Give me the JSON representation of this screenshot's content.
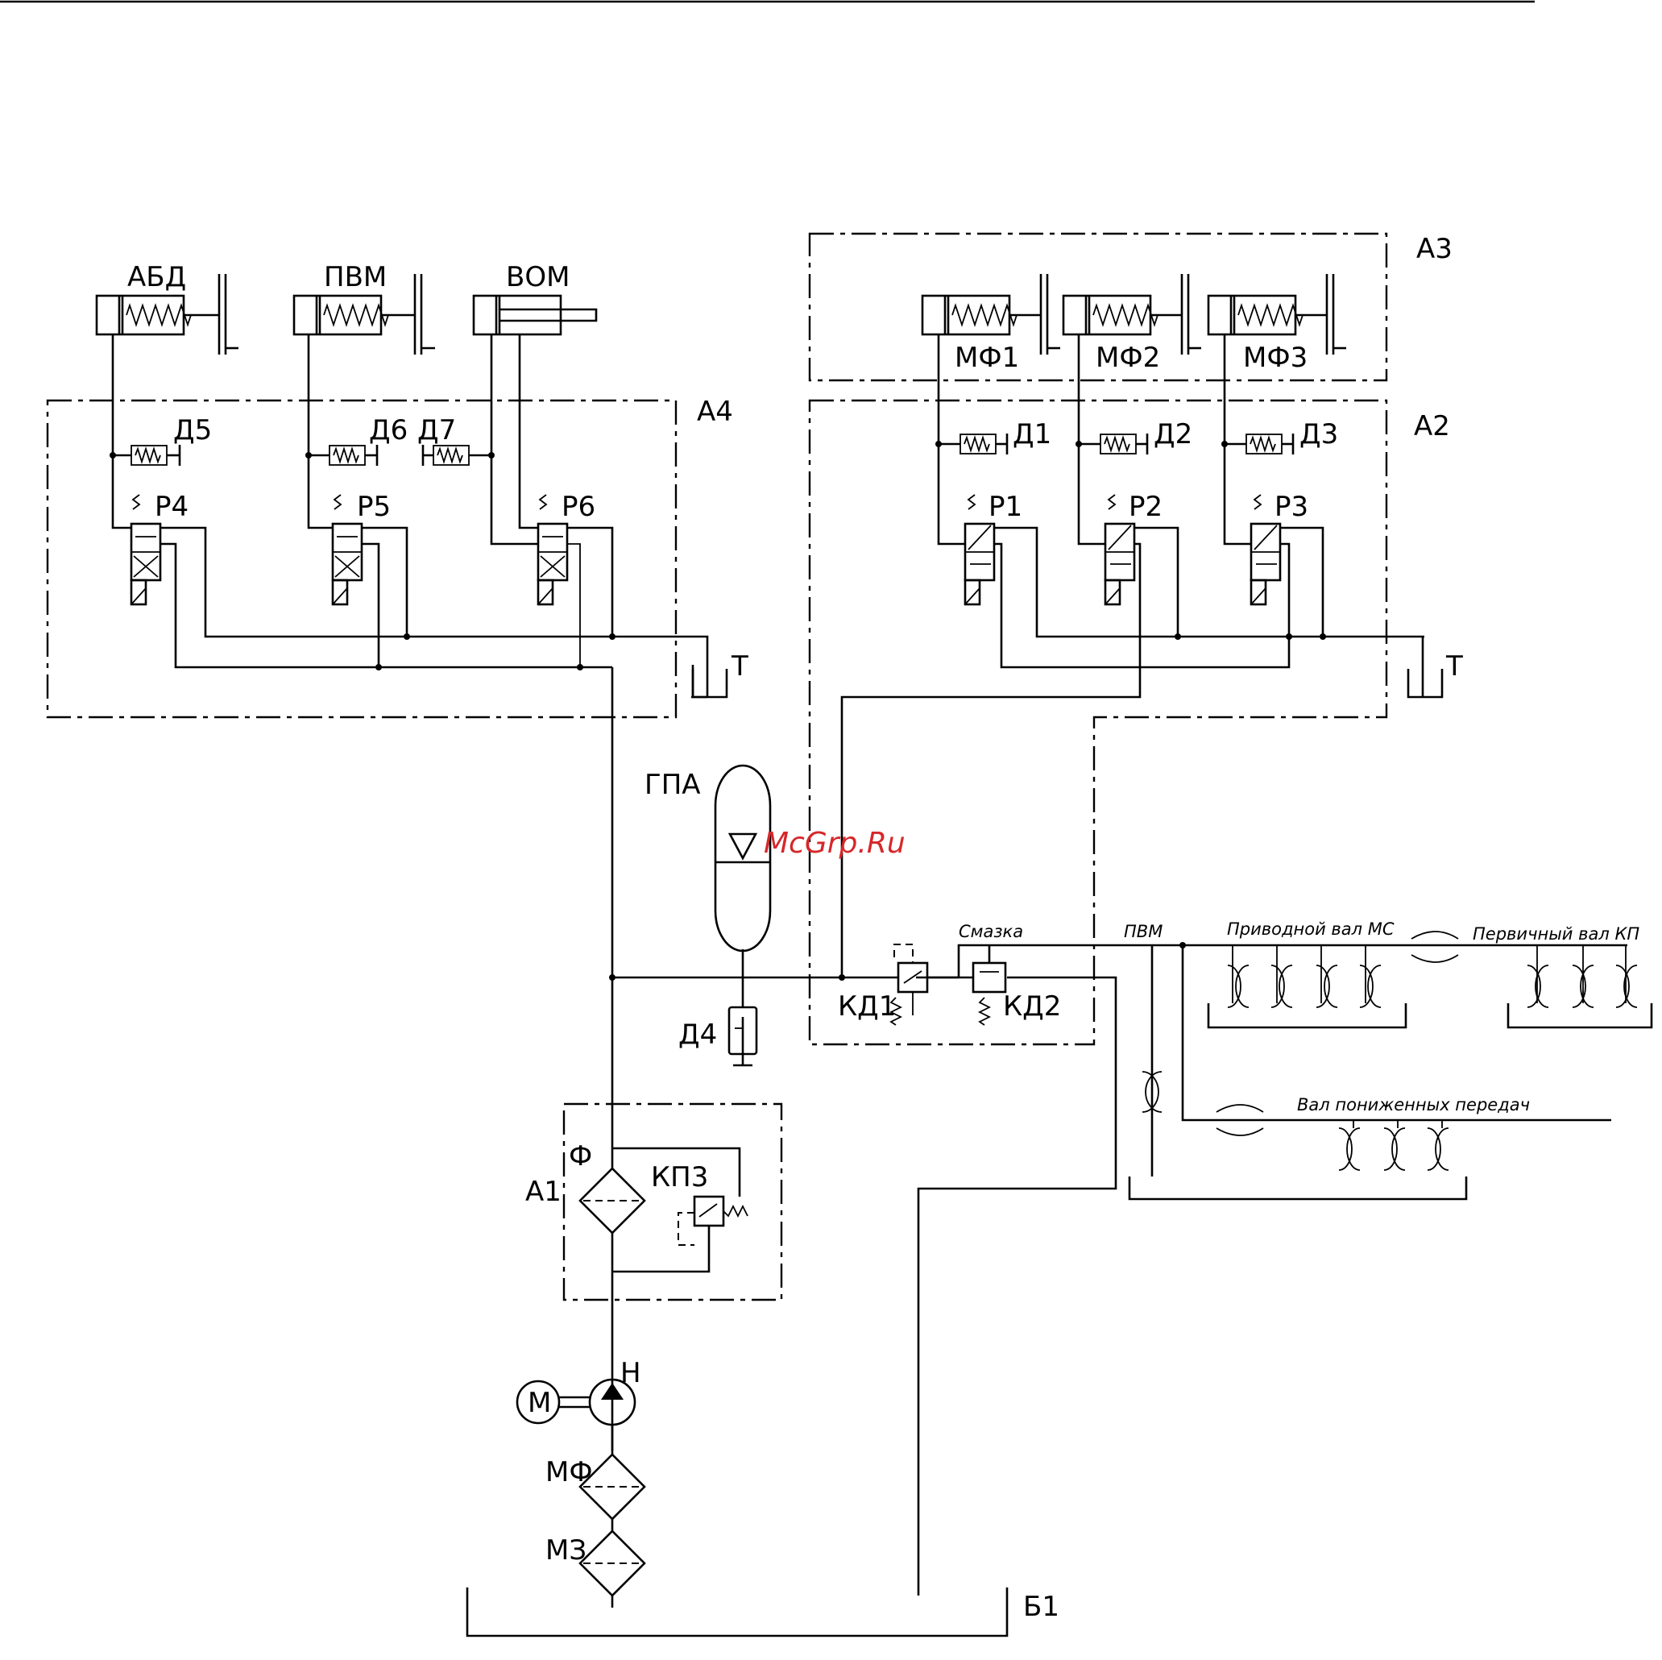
{
  "labels": {
    "abd": "АБД",
    "pvm": "ПВМ",
    "vom": "ВОМ",
    "mf1": "МФ1",
    "mf2": "МФ2",
    "mf3": "МФ3",
    "a1": "А1",
    "a2": "А2",
    "a3": "А3",
    "a4": "А4",
    "d1": "Д1",
    "d2": "Д2",
    "d3": "Д3",
    "d4": "Д4",
    "d5": "Д5",
    "d6": "Д6",
    "d7": "Д7",
    "p1": "Р1",
    "p2": "Р2",
    "p3": "Р3",
    "p4": "Р4",
    "p5": "Р5",
    "p6": "Р6",
    "t_left": "Т",
    "t_right": "Т",
    "gpa": "ГПА",
    "kd1": "КД1",
    "kd2": "КД2",
    "f": "Ф",
    "kp3": "КП3",
    "n": "Н",
    "m": "М",
    "mf": "МФ",
    "mz": "МЗ",
    "b1": "Б1"
  },
  "small_labels": {
    "lubrication": "Смазка",
    "pvm_line": "ПВМ",
    "drive_shaft": "Приводной вал МС",
    "primary_shaft": "Первичный вал КП",
    "low_gear_shaft": "Вал пониженных передач"
  },
  "watermark": "McGrp.Ru"
}
